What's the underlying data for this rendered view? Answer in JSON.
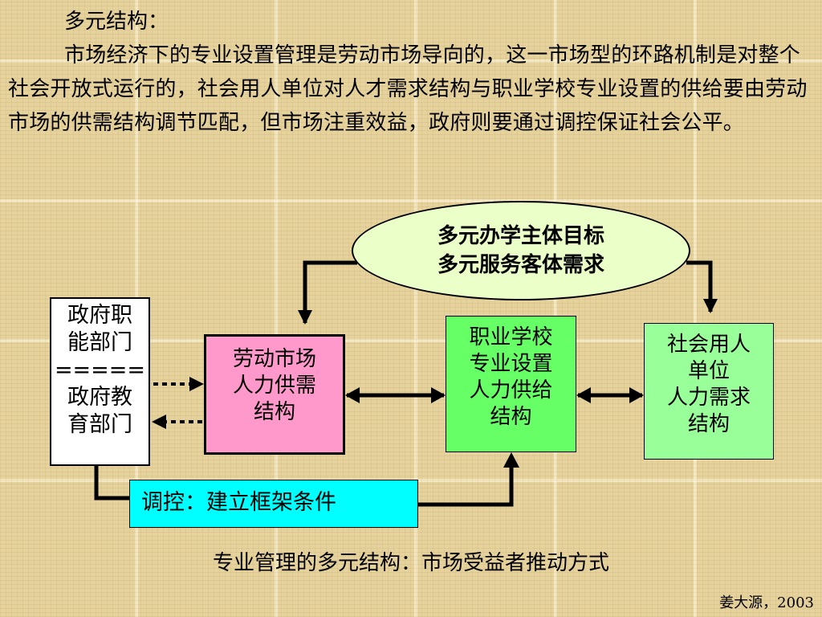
{
  "intro": {
    "heading": "多元结构：",
    "paragraph": "市场经济下的专业设置管理是劳动市场导向的，这一市场型的环路机制是对整个社会开放式运行的，社会用人单位对人才需求结构与职业学校专业设置的供给要由劳动市场的供需结构调节匹配，但市场注重效益，政府则要通过调控保证社会公平。"
  },
  "diagram": {
    "goals": {
      "line1": "多元办学主体目标",
      "line2": "多元服务客体需求"
    },
    "government": {
      "line1": "政府职",
      "line2": "能部门",
      "line3": "=====",
      "line4": "政府教",
      "line5": "育部门"
    },
    "labor_market": {
      "line1": "劳动市场",
      "line2": "人力供需",
      "line3": "结构"
    },
    "vocational_school": {
      "line1": "职业学校",
      "line2": "专业设置",
      "line3": "人力供给",
      "line4": "结构"
    },
    "social_employer": {
      "line1": "社会用人",
      "line2": "单位",
      "line3": "人力需求",
      "line4": "结构"
    },
    "control": {
      "label": "调控：建立框架条件"
    }
  },
  "caption": "专业管理的多元结构：市场受益者推动方式",
  "credit": "姜大源，2003",
  "colors": {
    "background": "#e6d29c",
    "ellipse_fill": "#ebffc8",
    "labor_fill": "#ff99cc",
    "school_fill": "#66ff66",
    "social_fill": "#99ff99",
    "control_fill": "#00ffff"
  }
}
